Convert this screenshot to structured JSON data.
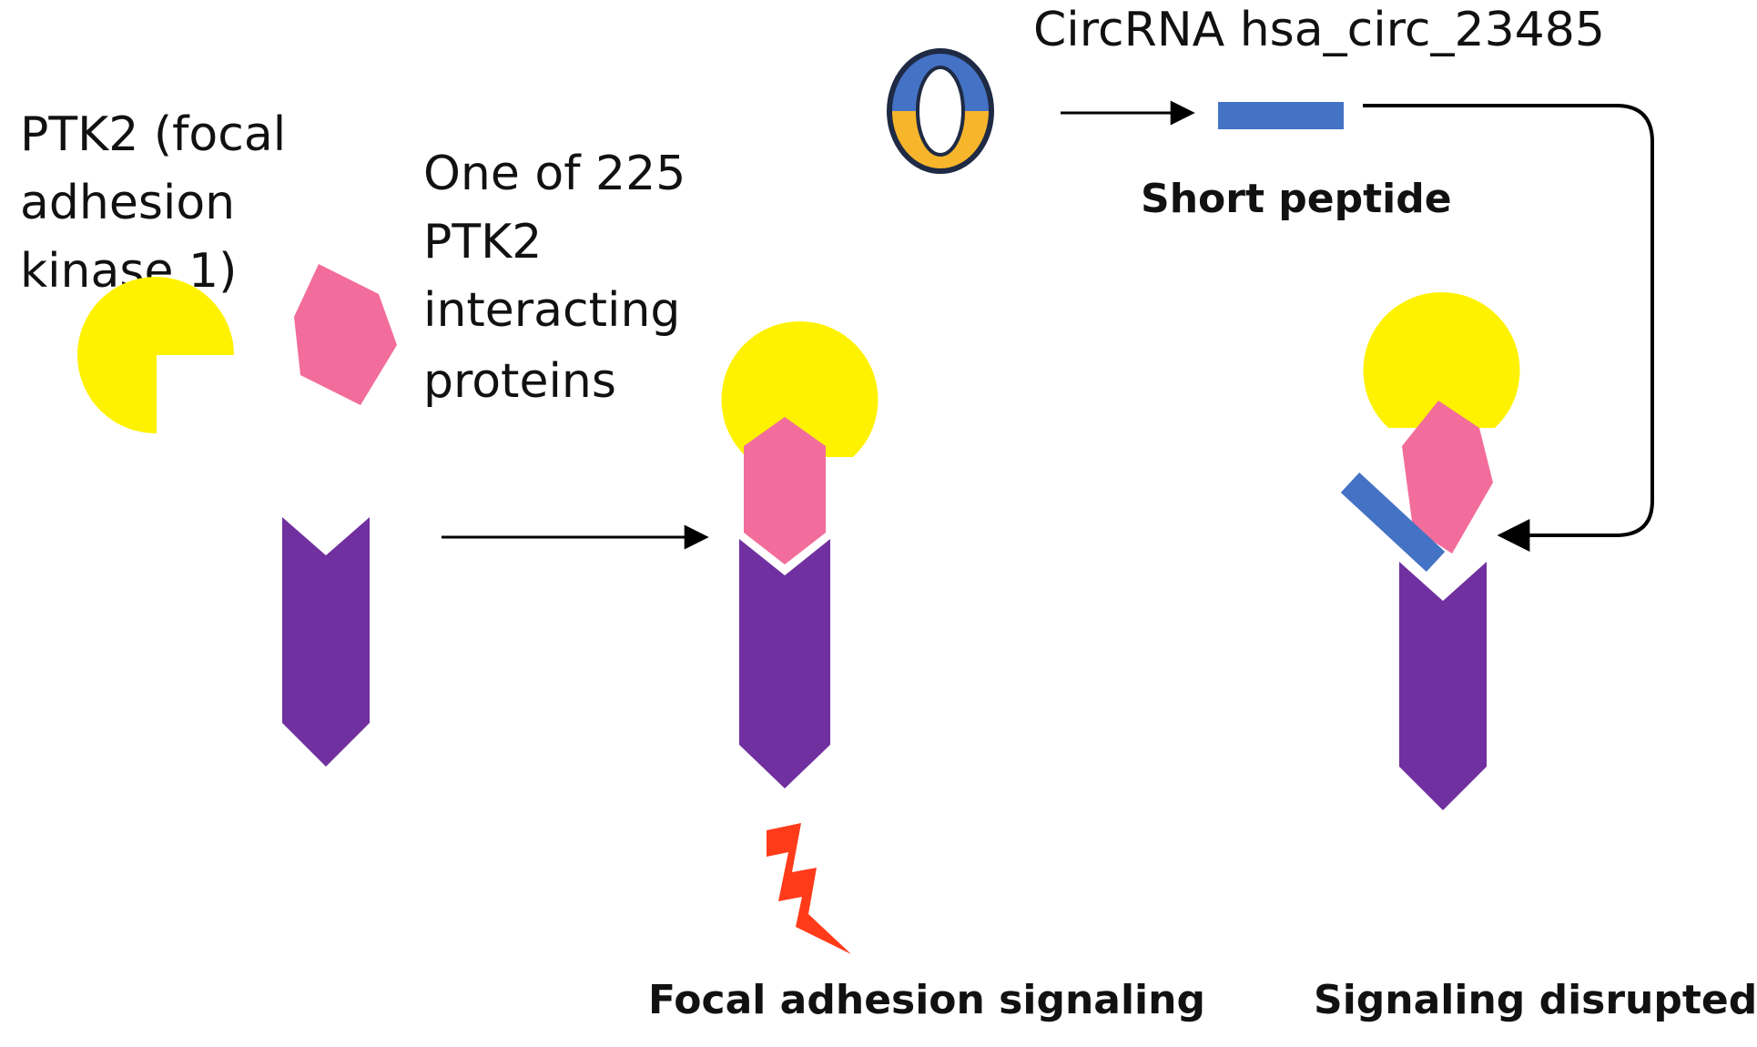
{
  "labels": {
    "ptk2": [
      "PTK2 (focal",
      "adhesion",
      "kinase 1)"
    ],
    "interacting": [
      "One of 225",
      "PTK2",
      "interacting",
      "proteins"
    ],
    "circrna": "CircRNA hsa_circ_23485",
    "short_peptide": "Short peptide",
    "focal_signaling": "Focal adhesion signaling",
    "signaling_disrupted": "Signaling disrupted"
  },
  "colors": {
    "ptk2_yellow": "#FFF200",
    "interactor_pink": "#F26D9B",
    "receptor_purple": "#7030A0",
    "peptide_blue": "#4472C4",
    "circ_orange": "#F7B52C",
    "outline_navy": "#1F2A44",
    "spark_red": "#FF3B1A",
    "arrow_black": "#000000"
  },
  "icons": {
    "signal": "lightning-bolt-icon",
    "circrna": "circular-rna-icon"
  }
}
